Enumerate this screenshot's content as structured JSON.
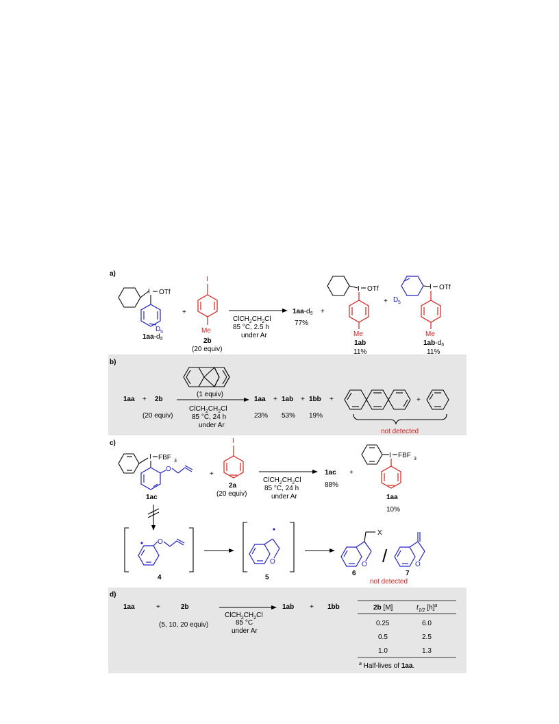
{
  "colors": {
    "blue": "#2020c8",
    "red": "#d51f1f",
    "panel": "#e6e6e6"
  },
  "panel_a": {
    "label": "a)",
    "sm1_id": "1aa",
    "sm1_suffix": "-d",
    "sm1_sub": "5",
    "sm1_iodo": "I",
    "sm1_otf": "OTf",
    "sm1_d": "D",
    "sm1_d_sub": "5",
    "reagent_iodo": "I",
    "reagent_me": "Me",
    "reagent_id": "2b",
    "reagent_equiv": "(20 equiv)",
    "plus": "+",
    "cond1": "ClCH",
    "cond1b": "2",
    "cond1c": "CH",
    "cond1d": "2",
    "cond1e": "Cl",
    "cond2": "85 °C,  2.5 h",
    "cond3": "under Ar",
    "prod1_id": "1aa",
    "prod1_suffix": "-d",
    "prod1_sub": "5",
    "prod1_yield": "77%",
    "prod2_iodo": "I",
    "prod2_otf": "OTf",
    "prod2_me": "Me",
    "prod2_id": "1ab",
    "prod2_yield": "11%",
    "prod3_iodo": "I",
    "prod3_otf": "OTf",
    "prod3_d": "D",
    "prod3_d_sub": "5",
    "prod3_me": "Me",
    "prod3_id": "1ab",
    "prod3_suffix": "-d",
    "prod3_sub": "5",
    "prod3_yield": "11%"
  },
  "panel_b": {
    "label": "b)",
    "sm": "1aa",
    "plus": "+",
    "reagent": "2b",
    "equiv": "(20 equiv)",
    "additive_equiv": "(1 equiv)",
    "cond1": "ClCH",
    "cond1b": "2",
    "cond1c": "CH",
    "cond1d": "2",
    "cond1e": "Cl",
    "cond2": "85 °C, 24 h",
    "cond3": "under Ar",
    "p1": "1aa",
    "p1_yield": "23%",
    "p2": "1ab",
    "p2_yield": "53%",
    "p3": "1bb",
    "p3_yield": "19%",
    "not_detected": "not detected"
  },
  "panel_c": {
    "label": "c)",
    "sm_iodo": "I",
    "sm_fbf": "FBF",
    "sm_fbf_sub": "3",
    "sm_o": "O",
    "sm_id": "1ac",
    "reagent_iodo": "I",
    "reagent_id": "2a",
    "reagent_equiv": "(20 equiv)",
    "plus": "+",
    "cond1": "ClCH",
    "cond1b": "2",
    "cond1c": "CH",
    "cond1d": "2",
    "cond1e": "Cl",
    "cond2": "85 °C,  24 h",
    "cond3": "under Ar",
    "p1": "1ac",
    "p1_yield": "88%",
    "p2_iodo": "I",
    "p2_fbf": "FBF",
    "p2_fbf_sub": "3",
    "p2_id": "1aa",
    "p2_yield": "10%",
    "int4_o": "O",
    "int4_id": "4",
    "int5_o": "O",
    "int5_id": "5",
    "p6_o": "O",
    "p6_x": "X",
    "p6_id": "6",
    "p7_o": "O",
    "p7_id": "7",
    "slash": "/",
    "not_detected": "not detected"
  },
  "panel_d": {
    "label": "d)",
    "sm": "1aa",
    "plus": "+",
    "reagent": "2b",
    "equiv": "(5, 10, 20 equiv)",
    "cond1": "ClCH",
    "cond1b": "2",
    "cond1c": "CH",
    "cond1d": "2",
    "cond1e": "Cl",
    "cond2": "85 °C",
    "cond3": "under Ar",
    "p1": "1ab",
    "p2": "1bb",
    "table_header_1_bold": "2b",
    "table_header_1_rest": " [M]",
    "table_header_2_t": "t",
    "table_header_2_sub": "1/2",
    "table_header_2_rest": " [h]",
    "table_header_2_sup": "a",
    "rows": [
      {
        "conc": "0.25",
        "t": "6.0"
      },
      {
        "conc": "0.5",
        "t": "2.5"
      },
      {
        "conc": "1.0",
        "t": "1.3"
      }
    ],
    "footnote_sup": "a",
    "footnote_text": " Half-lives of ",
    "footnote_bold": "1aa",
    "footnote_end": "."
  }
}
